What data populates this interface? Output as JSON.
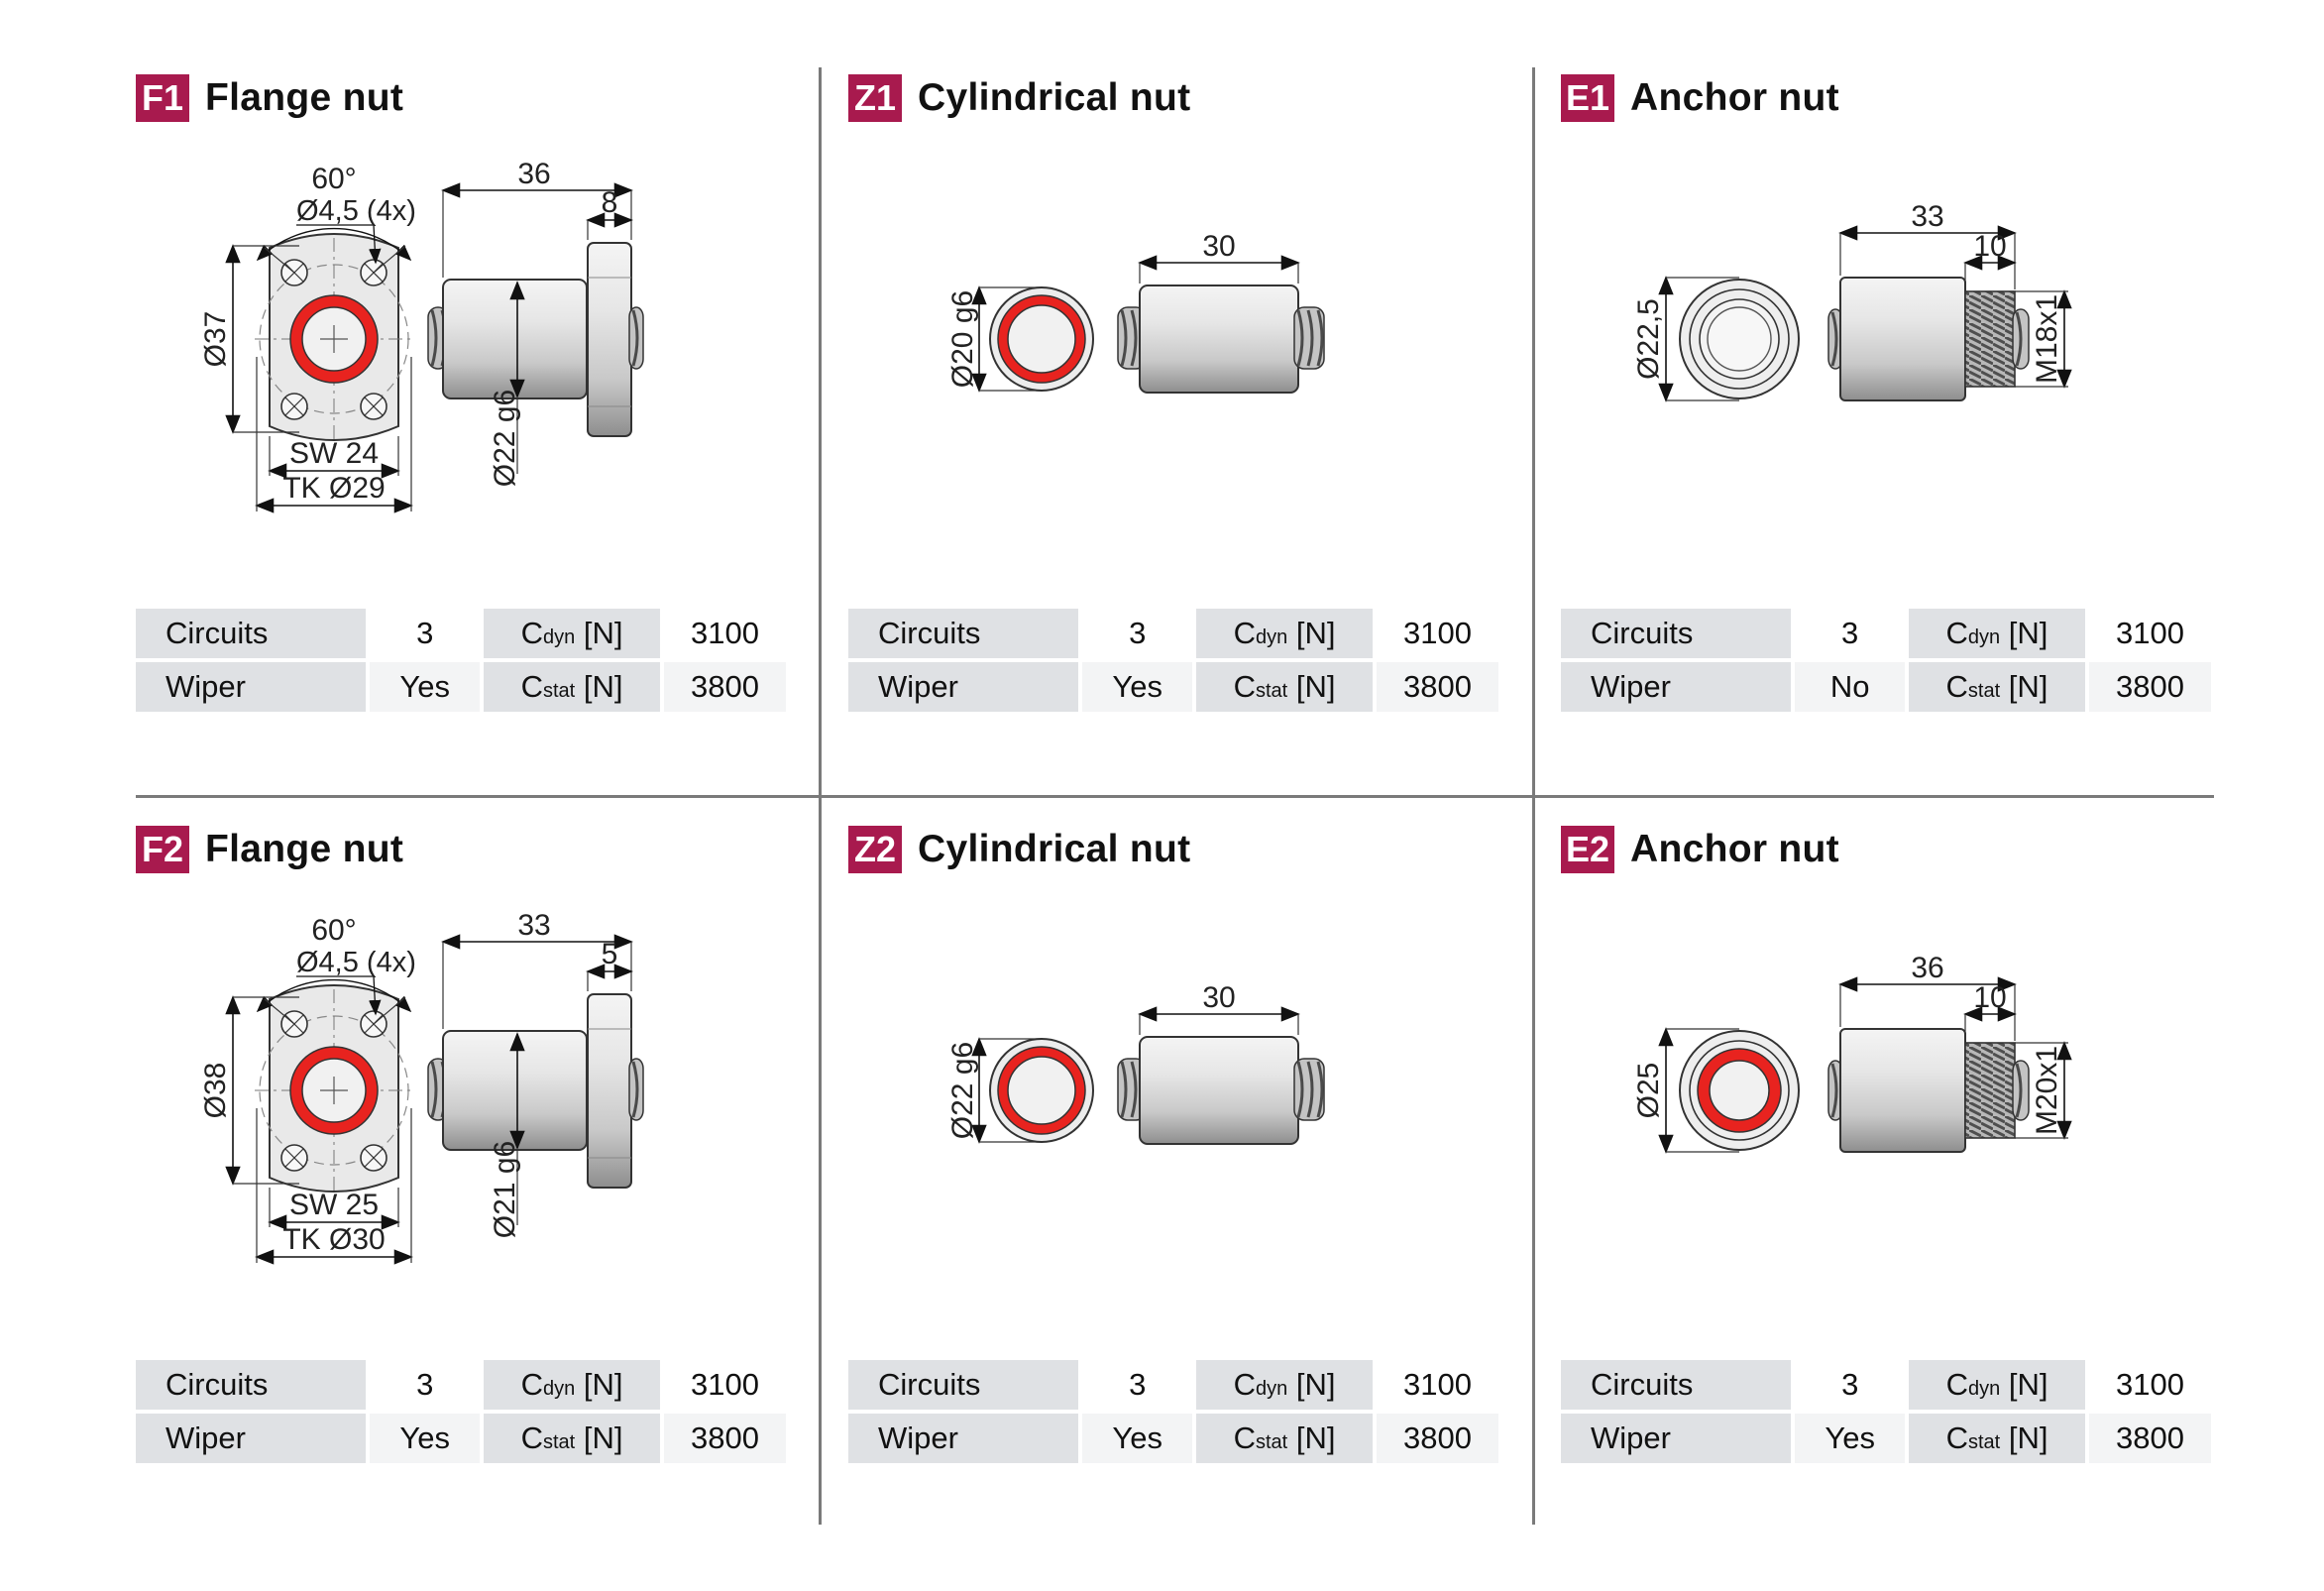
{
  "colors": {
    "badge": "#a81a4e",
    "seal": "#e8231f",
    "table_label_bg": "#dfe1e4"
  },
  "panels": [
    {
      "code": "F1",
      "title": "Flange nut",
      "kind": "flange",
      "dims": {
        "angle": "60°",
        "holes": "Ø4,5 (4x)",
        "height": "Ø37",
        "sw": "SW 24",
        "tk": "TK Ø29",
        "length": "36",
        "flange": "8",
        "shaft": "Ø22 g6"
      },
      "specs": {
        "circuits_label": "Circuits",
        "circuits": "3",
        "wiper_label": "Wiper",
        "wiper": "Yes",
        "cdyn_c": "C",
        "cdyn_sub": "dyn",
        "cdyn_unit": "[N]",
        "cdyn": "3100",
        "cstat_c": "C",
        "cstat_sub": "stat",
        "cstat_unit": "[N]",
        "cstat": "3800"
      }
    },
    {
      "code": "Z1",
      "title": "Cylindrical nut",
      "kind": "cyl",
      "dims": {
        "dia": "Ø20 g6",
        "length": "30"
      },
      "specs": {
        "circuits_label": "Circuits",
        "circuits": "3",
        "wiper_label": "Wiper",
        "wiper": "Yes",
        "cdyn_c": "C",
        "cdyn_sub": "dyn",
        "cdyn_unit": "[N]",
        "cdyn": "3100",
        "cstat_c": "C",
        "cstat_sub": "stat",
        "cstat_unit": "[N]",
        "cstat": "3800"
      }
    },
    {
      "code": "E1",
      "title": "Anchor nut",
      "kind": "anchor",
      "seal": false,
      "dims": {
        "dia": "Ø22,5",
        "length": "33",
        "thread_len": "10",
        "thread": "M18x1"
      },
      "specs": {
        "circuits_label": "Circuits",
        "circuits": "3",
        "wiper_label": "Wiper",
        "wiper": "No",
        "cdyn_c": "C",
        "cdyn_sub": "dyn",
        "cdyn_unit": "[N]",
        "cdyn": "3100",
        "cstat_c": "C",
        "cstat_sub": "stat",
        "cstat_unit": "[N]",
        "cstat": "3800"
      }
    },
    {
      "code": "F2",
      "title": "Flange nut",
      "kind": "flange",
      "dims": {
        "angle": "60°",
        "holes": "Ø4,5 (4x)",
        "height": "Ø38",
        "sw": "SW 25",
        "tk": "TK Ø30",
        "length": "33",
        "flange": "5",
        "shaft": "Ø21 g6"
      },
      "specs": {
        "circuits_label": "Circuits",
        "circuits": "3",
        "wiper_label": "Wiper",
        "wiper": "Yes",
        "cdyn_c": "C",
        "cdyn_sub": "dyn",
        "cdyn_unit": "[N]",
        "cdyn": "3100",
        "cstat_c": "C",
        "cstat_sub": "stat",
        "cstat_unit": "[N]",
        "cstat": "3800"
      }
    },
    {
      "code": "Z2",
      "title": "Cylindrical nut",
      "kind": "cyl",
      "dims": {
        "dia": "Ø22 g6",
        "length": "30"
      },
      "specs": {
        "circuits_label": "Circuits",
        "circuits": "3",
        "wiper_label": "Wiper",
        "wiper": "Yes",
        "cdyn_c": "C",
        "cdyn_sub": "dyn",
        "cdyn_unit": "[N]",
        "cdyn": "3100",
        "cstat_c": "C",
        "cstat_sub": "stat",
        "cstat_unit": "[N]",
        "cstat": "3800"
      }
    },
    {
      "code": "E2",
      "title": "Anchor nut",
      "kind": "anchor",
      "seal": true,
      "dims": {
        "dia": "Ø25",
        "length": "36",
        "thread_len": "10",
        "thread": "M20x1"
      },
      "specs": {
        "circuits_label": "Circuits",
        "circuits": "3",
        "wiper_label": "Wiper",
        "wiper": "Yes",
        "cdyn_c": "C",
        "cdyn_sub": "dyn",
        "cdyn_unit": "[N]",
        "cdyn": "3100",
        "cstat_c": "C",
        "cstat_sub": "stat",
        "cstat_unit": "[N]",
        "cstat": "3800"
      }
    }
  ]
}
